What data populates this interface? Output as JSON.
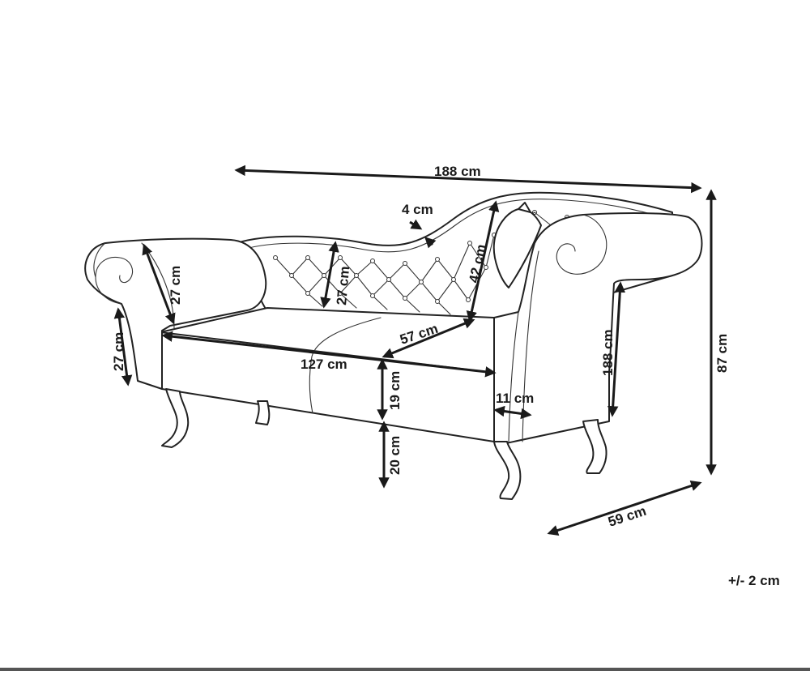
{
  "dimensions": {
    "total_width": "188 cm",
    "arm_top_thickness": "4 cm",
    "backrest_depth_left": "27 cm",
    "backrest_height": "27 cm",
    "back_height_right": "42 cm",
    "seat_depth": "57 cm",
    "arm_front_height": "27 cm",
    "seat_width": "127 cm",
    "seat_cushion_height": "19 cm",
    "leg_height": "20 cm",
    "arm_thickness": "11 cm",
    "lying_length": "188 cm",
    "total_height": "87 cm",
    "total_depth": "59 cm"
  },
  "tolerance": "+/- 2 cm"
}
